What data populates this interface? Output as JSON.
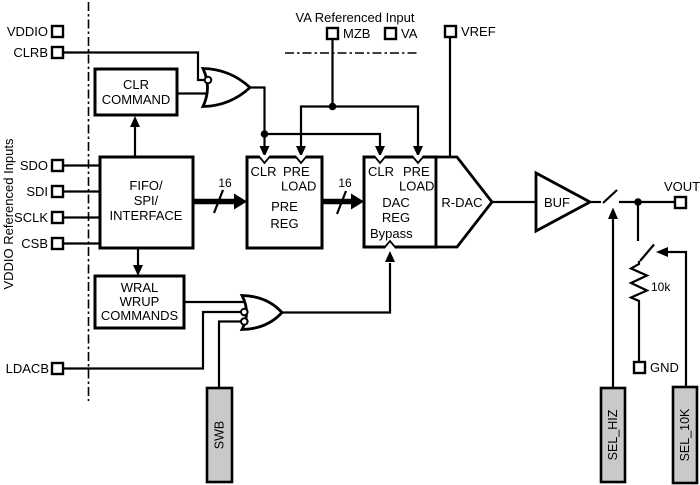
{
  "titles": {
    "va_ref": "VA Referenced Input",
    "vddio_ref": "VDDIO Referenced Inputs"
  },
  "pins": {
    "vddio": "VDDIO",
    "clrb": "CLRB",
    "sdo": "SDO",
    "sdi": "SDI",
    "sclk": "SCLK",
    "csb": "CSB",
    "ldacb": "LDACB",
    "mzb": "MZB",
    "va": "VA",
    "vref": "VREF",
    "vout": "VOUT",
    "gnd": "GND"
  },
  "blocks": {
    "clr_command": {
      "lines": [
        "CLR",
        "COMMAND"
      ]
    },
    "fifo": {
      "lines": [
        "FIFO/",
        "SPI/",
        "INTERFACE"
      ]
    },
    "pre_reg": {
      "clr": "CLR",
      "pre": "PRE",
      "load": "LOAD",
      "lines": [
        "PRE",
        "REG"
      ]
    },
    "dac_reg": {
      "clr": "CLR",
      "pre": "PRE",
      "load": "LOAD",
      "lines": [
        "DAC",
        "REG"
      ],
      "bypass": "Bypass"
    },
    "wral": {
      "lines": [
        "WRAL",
        "WRUP",
        "COMMANDS"
      ]
    },
    "rdac": {
      "label": "R-DAC"
    },
    "buf": {
      "label": "BUF"
    }
  },
  "control_blocks": {
    "swb": "SWB",
    "sel_hiz": "SEL_HIZ",
    "sel_10k": "SEL_10K"
  },
  "buses": {
    "fifo_to_prereg": "16",
    "prereg_to_dacreg": "16"
  },
  "resistor": {
    "value": "10k"
  },
  "colors": {
    "line": "#000000",
    "block_fill": "#ffffff",
    "control_block_fill": "#c9c9c9",
    "background": "#ffffff"
  }
}
